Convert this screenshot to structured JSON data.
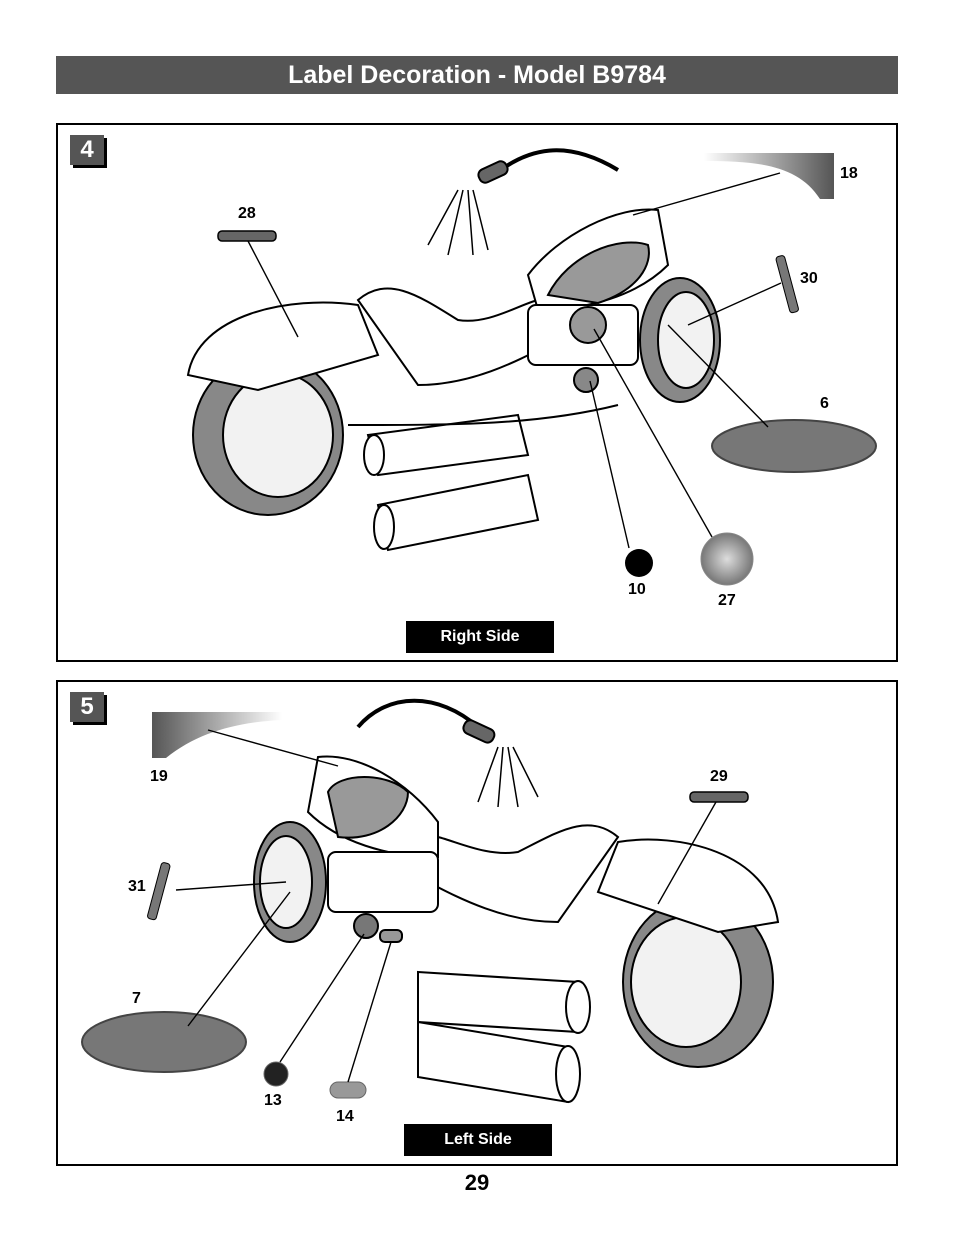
{
  "header": {
    "title": "Label Decoration - Model B9784"
  },
  "panel4": {
    "step": "4",
    "side_label": "Right Side",
    "callouts": {
      "c18": "18",
      "c28": "28",
      "c30": "30",
      "c6": "6",
      "c10": "10",
      "c27": "27"
    }
  },
  "panel5": {
    "step": "5",
    "side_label": "Left Side",
    "callouts": {
      "c19": "19",
      "c29": "29",
      "c31": "31",
      "c7": "7",
      "c13": "13",
      "c14": "14"
    }
  },
  "footer": {
    "page_number": "29"
  },
  "colors": {
    "title_bar": "#555555",
    "label_bg": "#000000",
    "decal_grey": "#8a8a8a"
  }
}
